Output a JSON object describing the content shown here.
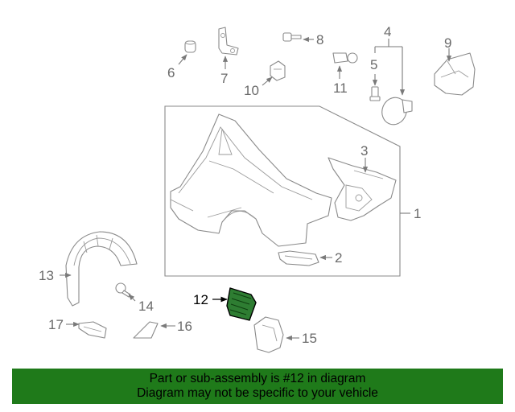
{
  "diagram": {
    "callouts": {
      "c1": "1",
      "c2": "2",
      "c3": "3",
      "c4": "4",
      "c5": "5",
      "c6": "6",
      "c7": "7",
      "c8": "8",
      "c9": "9",
      "c10": "10",
      "c11": "11",
      "c12": "12",
      "c13": "13",
      "c14": "14",
      "c15": "15",
      "c16": "16",
      "c17": "17"
    },
    "highlighted_part": "12",
    "highlight_color": "#2e7d32"
  },
  "banner": {
    "line1": "Part or sub-assembly is #12 in diagram",
    "line2": "Diagram may not be specific to your vehicle",
    "background": "#1f7a1a"
  }
}
